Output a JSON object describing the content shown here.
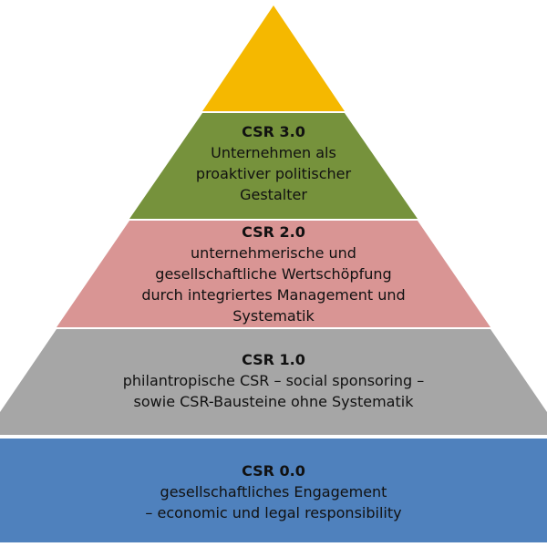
{
  "colors": {
    "top": "#f5b800",
    "tier3": "#76923c",
    "tier2": "#d99594",
    "tier1": "#a6a6a6",
    "tier0": "#4f81bd",
    "separator": "#ffffff"
  },
  "tiers": {
    "tier3": {
      "title": "CSR  3.0",
      "lines": [
        "Unternehmen als",
        "proaktiver politischer",
        "Gestalter"
      ]
    },
    "tier2": {
      "title": "CSR 2.0",
      "lines": [
        "unternehmerische und",
        "gesellschaftliche Wertschöpfung",
        "durch integriertes Management und",
        "Systematik"
      ]
    },
    "tier1": {
      "title": "CSR 1.0",
      "lines": [
        "philantropische CSR – social sponsoring –",
        "sowie CSR-Bausteine ohne Systematik"
      ]
    },
    "tier0": {
      "title": "CSR 0.0",
      "lines": [
        "gesellschaftliches Engagement",
        "– economic und legal responsibility"
      ]
    }
  }
}
